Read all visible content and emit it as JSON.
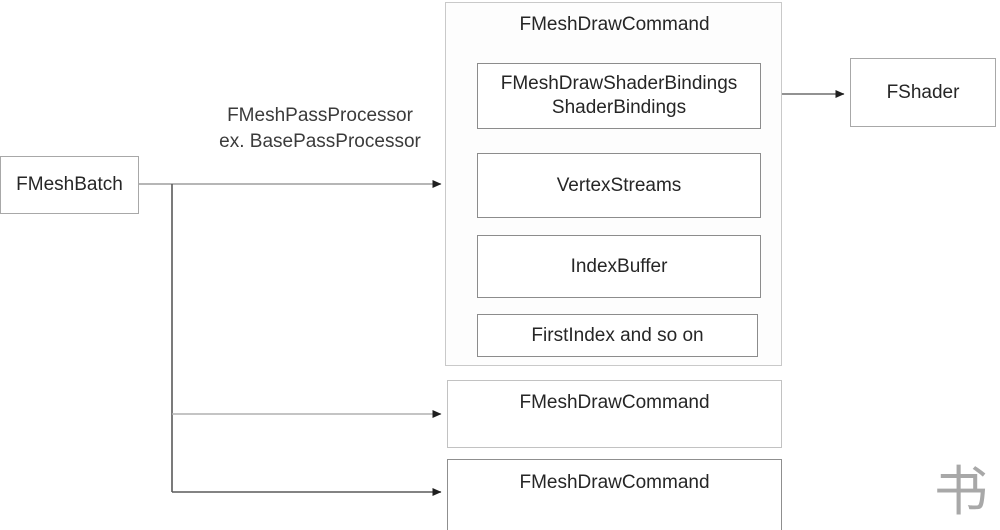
{
  "diagram": {
    "title": "FMeshBatch to FMeshDrawCommand flow",
    "colors": {
      "background": "#ffffff",
      "box_border_dark": "#8c8c8c",
      "box_border_light": "#c9c9c9",
      "text": "#262626",
      "connector": "#5a5a5a",
      "watermark": "#9a9a9a"
    }
  },
  "nodes": {
    "mesh_batch": {
      "label": "FMeshBatch"
    },
    "command_container": {
      "title": "FMeshDrawCommand",
      "fields": [
        {
          "label_line1": "FMeshDrawShaderBindings",
          "label_line2": "ShaderBindings"
        },
        {
          "label_line1": "VertexStreams",
          "label_line2": ""
        },
        {
          "label_line1": "IndexBuffer",
          "label_line2": ""
        },
        {
          "label_line1": "FirstIndex and so on",
          "label_line2": ""
        }
      ]
    },
    "command_2": {
      "label": "FMeshDrawCommand"
    },
    "command_3": {
      "label": "FMeshDrawCommand"
    },
    "fshader": {
      "label": "FShader"
    }
  },
  "edges": {
    "batch_to_command": {
      "label_line1": "FMeshPassProcessor",
      "label_line2": "ex. BasePassProcessor"
    },
    "bindings_to_fshader": {
      "label": ""
    }
  },
  "watermark": {
    "glyph": "书"
  }
}
